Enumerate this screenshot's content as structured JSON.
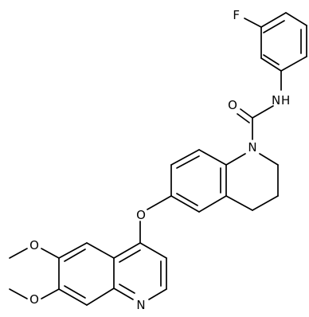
{
  "molecule": {
    "atoms": {
      "fluorine": "F",
      "amide_nh": "N",
      "amide_h": "H",
      "carbonyl_o": "O",
      "ring_n": "N",
      "ether_o": "O",
      "methoxy_o1": "O",
      "methoxy_o2": "O",
      "quinoline_n": "N"
    }
  },
  "colors": {
    "bond": "#000000",
    "label": "#000000",
    "background": "#ffffff"
  }
}
